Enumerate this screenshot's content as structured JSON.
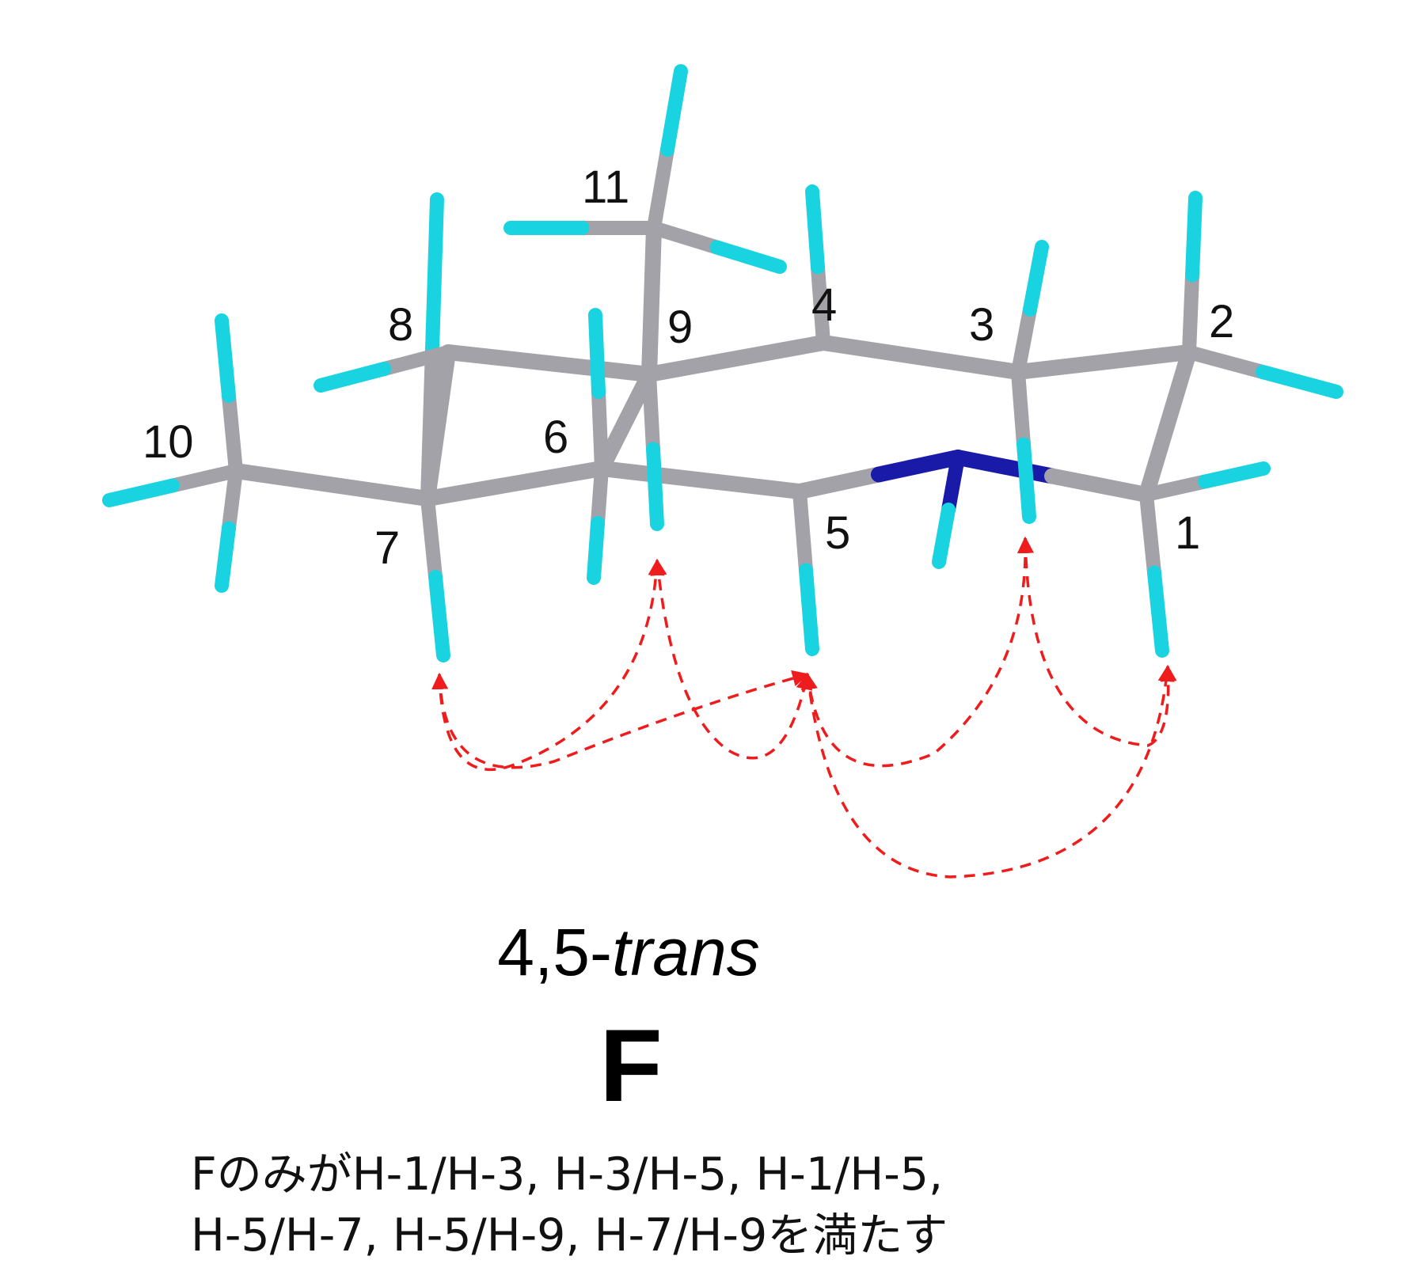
{
  "colors": {
    "carbon": "#a2a2a8",
    "hydrogen": "#19d4e0",
    "nitrogen": "#1a1aa8",
    "noe_arrow": "#ee1c1c",
    "text": "#111111"
  },
  "atom_labels": [
    "1",
    "2",
    "3",
    "4",
    "5",
    "6",
    "7",
    "8",
    "9",
    "10",
    "11"
  ],
  "title": {
    "prefix": "4,5-",
    "italic": "trans"
  },
  "compound_label": "F",
  "caption": {
    "line1": "FのみがH-1/H-3, H-3/H-5, H-1/H-5,",
    "line2": "H-5/H-7, H-5/H-9, H-7/H-9を満たす"
  },
  "noe_pairs": [
    "H-1/H-3",
    "H-3/H-5",
    "H-1/H-5",
    "H-5/H-7",
    "H-5/H-9",
    "H-7/H-9"
  ]
}
